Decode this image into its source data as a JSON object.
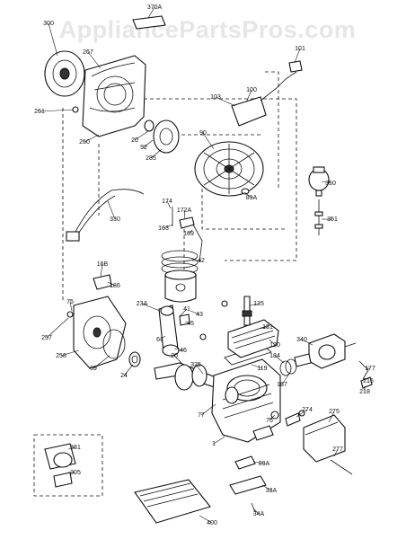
{
  "watermark": "AppliancePartsPros.com",
  "labels": [
    "370A",
    "300",
    "267",
    "101",
    "103",
    "100",
    "261",
    "260",
    "20",
    "92",
    "285",
    "90",
    "89A",
    "350",
    "351",
    "174",
    "172A",
    "163",
    "169",
    "330",
    "42",
    "16B",
    "186",
    "75",
    "257",
    "258",
    "69",
    "24",
    "23A",
    "41",
    "45",
    "43",
    "46",
    "61",
    "325",
    "20",
    "77",
    "135",
    "131",
    "120",
    "340",
    "184",
    "187",
    "119",
    "177",
    "216",
    "218",
    "75",
    "274",
    "275",
    "277",
    "1",
    "89A",
    "33A",
    "34A",
    "400",
    "381",
    "305"
  ],
  "colors": {
    "ink": "#111111",
    "watermark": "#e6e6e6",
    "background": "#ffffff"
  }
}
